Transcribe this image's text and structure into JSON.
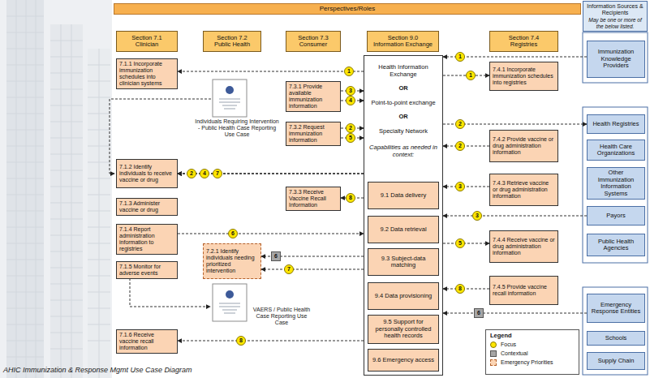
{
  "diagram": {
    "caption": "AHIC Immunization & Response Mgmt Use Case Diagram",
    "nodes": [
      {
        "text": [
          "Perspectives/Roles"
        ]
      },
      {
        "text": [
          "Information Sources & Recipients",
          "May be one or more of the below listed."
        ]
      },
      {
        "text": [
          "Section 7.1 Clinician"
        ]
      },
      {
        "text": [
          "Section 7.2 Public Health"
        ]
      },
      {
        "text": [
          "Section 7.3 Consumer"
        ]
      },
      {
        "text": [
          "Section 9.0 Information Exchange"
        ]
      },
      {
        "text": [
          "Section 7.4 Registries"
        ]
      },
      {
        "text": [
          "7.1.1 Incorporate immunization schedules into clinician systems"
        ]
      },
      {
        "text": [
          "7.1.2 Identify individuals to receive vaccine or drug"
        ]
      },
      {
        "text": [
          "7.1.3 Administer vaccine or drug"
        ]
      },
      {
        "text": [
          "7.1.4 Report administration information to registries"
        ]
      },
      {
        "text": [
          "7.1.5 Monitor for adverse events"
        ]
      },
      {
        "text": [
          "7.1.6 Receive vaccine recall information"
        ]
      },
      {
        "text": [
          "7.2.1 Identify individuals needing prioritized intervention"
        ]
      },
      {
        "text": [
          "7.3.1 Provide available immunization information"
        ]
      },
      {
        "text": [
          "7.3.2 Request immunization information"
        ]
      },
      {
        "text": [
          "7.3.3 Receive Vaccine Recall Information"
        ]
      },
      {
        "text": [
          "Health Information Exchange",
          "OR",
          "Point-to-point exchange",
          "OR",
          "Specialty Network",
          "Capabilities as needed in context:"
        ]
      },
      {
        "text": [
          "9.1 Data delivery"
        ],
        "in": 17
      },
      {
        "text": [
          "9.2 Data retrieval"
        ],
        "in": 17
      },
      {
        "text": [
          "9.3 Subject-data matching"
        ],
        "in": 17
      },
      {
        "text": [
          "9.4 Data provisioning"
        ],
        "in": 17
      },
      {
        "text": [
          "9.5 Support for personally controlled health records"
        ],
        "in": 17
      },
      {
        "text": [
          "9.6 Emergency access"
        ],
        "in": 17
      },
      {
        "text": [
          "7.4.1 Incorporate immunization schedules into registries"
        ]
      },
      {
        "text": [
          "7.4.2 Provide vaccine or drug administration information"
        ]
      },
      {
        "text": [
          "7.4.3 Retrieve vaccine or drug administration information"
        ]
      },
      {
        "text": [
          "7.4.4 Receive vaccine or drug administration information"
        ]
      },
      {
        "text": [
          "7.4.5 Provide vaccine recall information"
        ]
      },
      {
        "text": [
          "Immunization Knowledge Providers"
        ]
      },
      {
        "text": [
          "Health Registries"
        ]
      },
      {
        "text": [
          "Health Care Organizations"
        ]
      },
      {
        "text": [
          "Other Immunization Information Systems"
        ]
      },
      {
        "text": [
          "Payors"
        ]
      },
      {
        "text": [
          "Public Health Agencies"
        ]
      },
      {
        "text": [
          "Emergency Response Entities"
        ]
      },
      {
        "text": [
          "Schools"
        ]
      },
      {
        "text": [
          "Supply Chain"
        ]
      }
    ],
    "edges": [
      {
        "from": 17,
        "to": 7,
        "label": "1",
        "arrow": "to"
      },
      {
        "from": 29,
        "to": 17,
        "label": "1",
        "arrow": "to"
      },
      {
        "from": 17,
        "to": 24,
        "label": "1",
        "arrow": "to"
      },
      {
        "from": 14,
        "to": 17,
        "label": "3",
        "arrow": "to"
      },
      {
        "from": 14,
        "to": 17,
        "label": "4",
        "arrow": "to"
      },
      {
        "from": 15,
        "to": 17,
        "label": "2",
        "arrow": "to"
      },
      {
        "from": 15,
        "to": 17,
        "label": "5",
        "arrow": "to"
      },
      {
        "from": 17,
        "to": 30,
        "label": "2",
        "arrow": "to"
      },
      {
        "from": 25,
        "to": 17,
        "label": "2",
        "arrow": "to"
      },
      {
        "from": 17,
        "to": 8,
        "label": "2",
        "arrow": "to"
      },
      {
        "from": 17,
        "to": 8,
        "label": "4",
        "arrow": "to"
      },
      {
        "from": 17,
        "to": 8,
        "label": "7",
        "arrow": "to"
      },
      {
        "from": 26,
        "to": 17,
        "label": "3",
        "arrow": "to"
      },
      {
        "from": 33,
        "to": 17,
        "label": "3",
        "arrow": "to"
      },
      {
        "from": 17,
        "to": 16,
        "label": "8",
        "arrow": "to"
      },
      {
        "from": 10,
        "to": 17,
        "label": "6",
        "arrow": "to"
      },
      {
        "from": 17,
        "to": 27,
        "label": "5",
        "arrow": "to"
      },
      {
        "from": 20,
        "to": 13,
        "label": "6",
        "arrow": "to"
      },
      {
        "from": 17,
        "to": 13,
        "label": "7",
        "arrow": "to"
      },
      {
        "from": 28,
        "to": 17,
        "label": "8",
        "arrow": "to"
      },
      {
        "from": 35,
        "to": 17,
        "label": "6",
        "arrow": "to"
      },
      {
        "from": 17,
        "to": 12,
        "label": "8",
        "arrow": "to"
      }
    ],
    "labels": [
      "Individuals Requiring Intervention - Public Health Case Reporting Use Case",
      "VAERS / Public Health Case Reporting Use Case",
      "Legend"
    ],
    "legend": [
      {
        "text": "Focus",
        "color": "#ffe600"
      },
      {
        "text": "Contextual",
        "color": "#a6a6a6"
      },
      {
        "text": "Emergency Priorities",
        "color": "#fcd5b4"
      }
    ]
  }
}
